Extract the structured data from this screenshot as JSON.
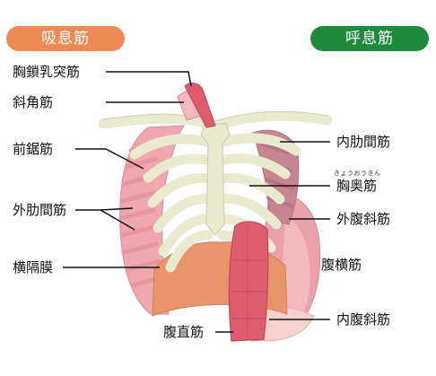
{
  "headers": {
    "inhale": {
      "text": "吸息筋",
      "color": "#ee8a55"
    },
    "exhale": {
      "text": "呼息筋",
      "color": "#1e8a3c"
    }
  },
  "labels": {
    "sternocleidomastoid": "胸鎖乳突筋",
    "scalene": "斜角筋",
    "serratus_anterior": "前鋸筋",
    "external_intercostal": "外肋間筋",
    "diaphragm": "横隔膜",
    "rectus_abdominis": "腹直筋",
    "internal_intercostal": "内肋間筋",
    "transversus_thoracis": "胸奥筋",
    "transversus_thoracis_reading": "きょうおうきん",
    "external_oblique": "外腹斜筋",
    "transversus_abdominis": "腹横筋",
    "internal_oblique": "内腹斜筋"
  },
  "colors": {
    "bone": "#e9ead0",
    "bone_outline": "#cfd0ae",
    "muscle_red": "#dd5c70",
    "muscle_pink": "#f0a7ae",
    "muscle_light": "#f5c8c6",
    "muscle_mauve": "#c6858f",
    "diaphragm": "#e8956b"
  }
}
